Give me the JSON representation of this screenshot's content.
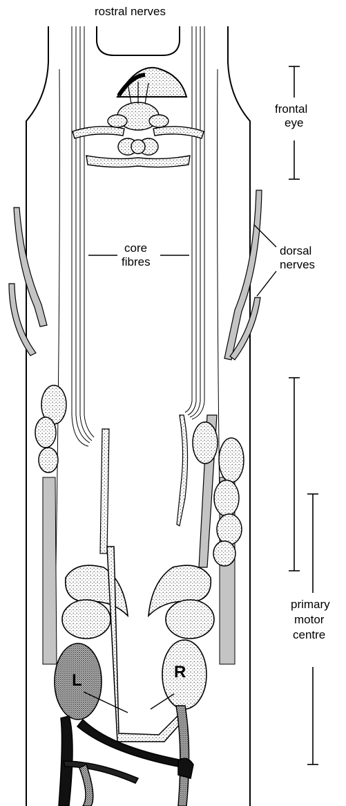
{
  "labels": {
    "rostral_nerves": "rostral nerves",
    "frontal_eye_1": "frontal",
    "frontal_eye_2": "eye",
    "dorsal_nerves_1": "dorsal",
    "dorsal_nerves_2": "nerves",
    "core_fibres_1": "core",
    "core_fibres_2": "fibres",
    "primary_motor_centre_1": "primary",
    "primary_motor_centre_2": "motor",
    "primary_motor_centre_3": "centre",
    "left": "L",
    "right": "R"
  },
  "colors": {
    "ink": "#000000",
    "stipple": "#8a8a8a",
    "nerve_fill": "#c4c4c4",
    "paper": "#ffffff"
  }
}
